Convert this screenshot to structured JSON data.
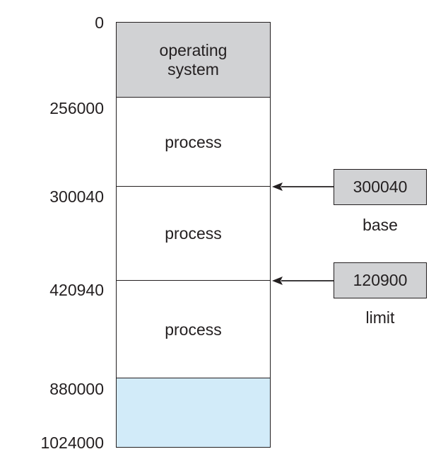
{
  "addresses": [
    "0",
    "256000",
    "300040",
    "420940",
    "880000",
    "1024000"
  ],
  "segments": {
    "os": "operating\nsystem",
    "process_1": "process",
    "process_2": "process",
    "process_3": "process",
    "free": ""
  },
  "registers": {
    "base": {
      "value": "300040",
      "label": "base"
    },
    "limit": {
      "value": "120900",
      "label": "limit"
    }
  },
  "colors": {
    "os_fill": "#d1d2d4",
    "register_fill": "#d1d2d4",
    "free_fill": "#d2ebf9",
    "line": "#231f20"
  }
}
